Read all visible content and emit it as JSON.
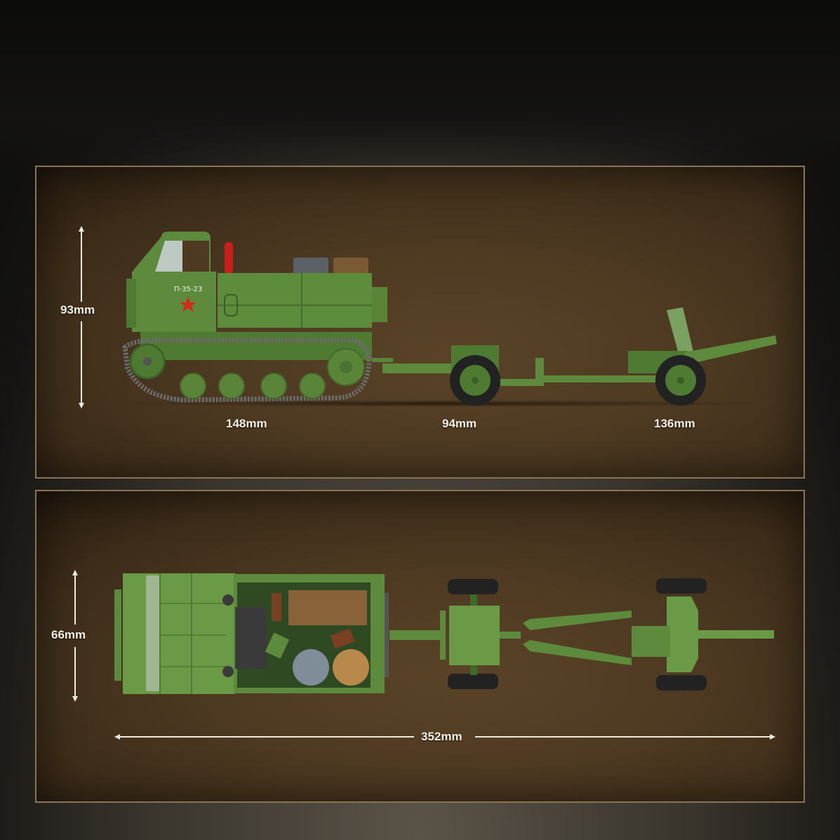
{
  "colors": {
    "panel_border": "#8a7458",
    "panel_bg": "#4e3a22",
    "model_green": "#5d8a3c",
    "model_dark_green": "#3f6a2a",
    "track_grey": "#6b6b6b",
    "tire_black": "#222222",
    "star_red": "#d42a1e",
    "exhaust_red": "#c8201a",
    "label_text": "#f5efe4"
  },
  "side_view": {
    "height_label": "93mm",
    "tractor_length_label": "148mm",
    "limber_length_label": "94mm",
    "gun_length_label": "136mm",
    "tractor_marking": "П-35-23",
    "tractor_emblem": "red-star-icon"
  },
  "top_view": {
    "width_label": "66mm",
    "total_length_label": "352mm"
  }
}
